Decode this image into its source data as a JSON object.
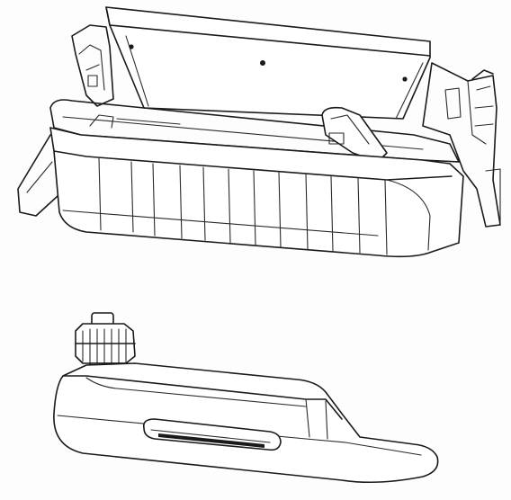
{
  "figure": {
    "parts": [
      {
        "id": "printer-carriage-assembly",
        "icon": "carriage-assembly-drawing"
      },
      {
        "id": "cartridge-handle",
        "icon": "handle-with-gear-knob-drawing"
      }
    ],
    "colors": {
      "background": "#fdfdfd",
      "line": "#1a1a1a"
    }
  }
}
